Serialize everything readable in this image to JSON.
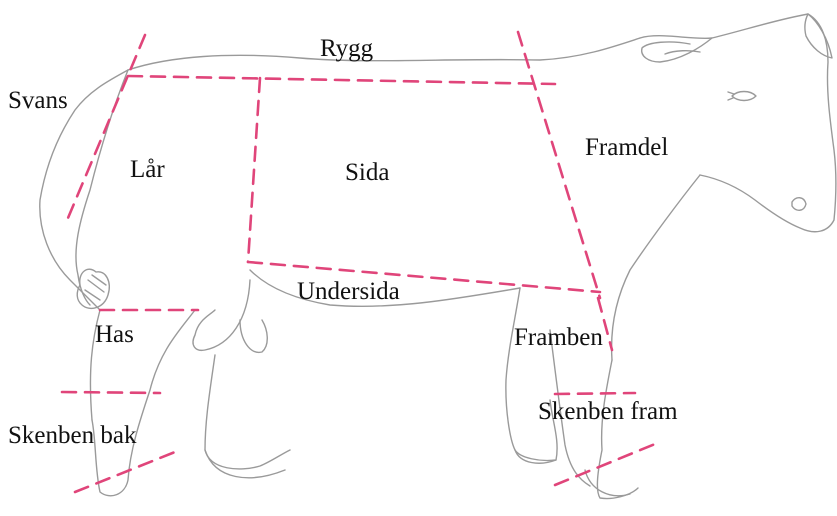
{
  "diagram": {
    "labels": {
      "rygg": "Rygg",
      "svans": "Svans",
      "lar": "Lår",
      "sida": "Sida",
      "framdel": "Framdel",
      "undersida": "Undersida",
      "has": "Has",
      "framben": "Framben",
      "skenben_fram": "Skenben fram",
      "skenben_bak": "Skenben bak"
    },
    "colors": {
      "outline": "#9a9a9a",
      "cut_lines": "#e0457a",
      "text": "#111111"
    }
  }
}
